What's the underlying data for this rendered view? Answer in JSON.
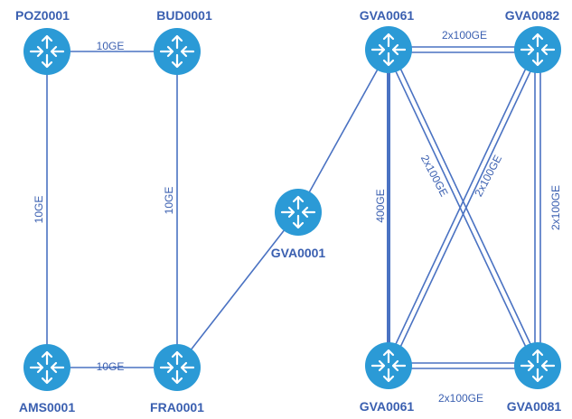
{
  "colors": {
    "link": "#4a72c2",
    "router_fill": "#2b9ad6",
    "node_label": "#3a5fb0",
    "link_label": "#3a5fb0",
    "icon": "#ffffff"
  },
  "nodes": [
    {
      "id": "poz",
      "label": "POZ0001",
      "icon": "router-icon"
    },
    {
      "id": "bud",
      "label": "BUD0001",
      "icon": "router-icon"
    },
    {
      "id": "ams",
      "label": "AMS0001",
      "icon": "router-icon"
    },
    {
      "id": "fra",
      "label": "FRA0001",
      "icon": "router-icon"
    },
    {
      "id": "gva1",
      "label": "GVA0001",
      "icon": "router-icon"
    },
    {
      "id": "gva61t",
      "label": "GVA0061",
      "icon": "router-icon"
    },
    {
      "id": "gva82",
      "label": "GVA0082",
      "icon": "router-icon"
    },
    {
      "id": "gva61b",
      "label": "GVA0061",
      "icon": "router-icon"
    },
    {
      "id": "gva81",
      "label": "GVA0081",
      "icon": "router-icon"
    }
  ],
  "links": [
    {
      "from": "poz",
      "to": "bud",
      "label": "10GE",
      "lines": 1
    },
    {
      "from": "poz",
      "to": "ams",
      "label": "10GE",
      "lines": 1
    },
    {
      "from": "bud",
      "to": "fra",
      "label": "10GE",
      "lines": 1
    },
    {
      "from": "ams",
      "to": "fra",
      "label": "10GE",
      "lines": 1
    },
    {
      "from": "fra",
      "to": "gva1",
      "label": "",
      "lines": 1
    },
    {
      "from": "gva1",
      "to": "gva61t",
      "label": "",
      "lines": 1
    },
    {
      "from": "gva61t",
      "to": "gva82",
      "label": "2x100GE",
      "lines": 2
    },
    {
      "from": "gva61t",
      "to": "gva61b",
      "label": "400GE",
      "lines": 1,
      "thick": true
    },
    {
      "from": "gva82",
      "to": "gva81",
      "label": "2x100GE",
      "lines": 2
    },
    {
      "from": "gva61b",
      "to": "gva81",
      "label": "2x100GE",
      "lines": 2
    },
    {
      "from": "gva61t",
      "to": "gva81",
      "label": "2x100GE",
      "lines": 2
    },
    {
      "from": "gva82",
      "to": "gva61b",
      "label": "2x100GE",
      "lines": 2
    }
  ]
}
